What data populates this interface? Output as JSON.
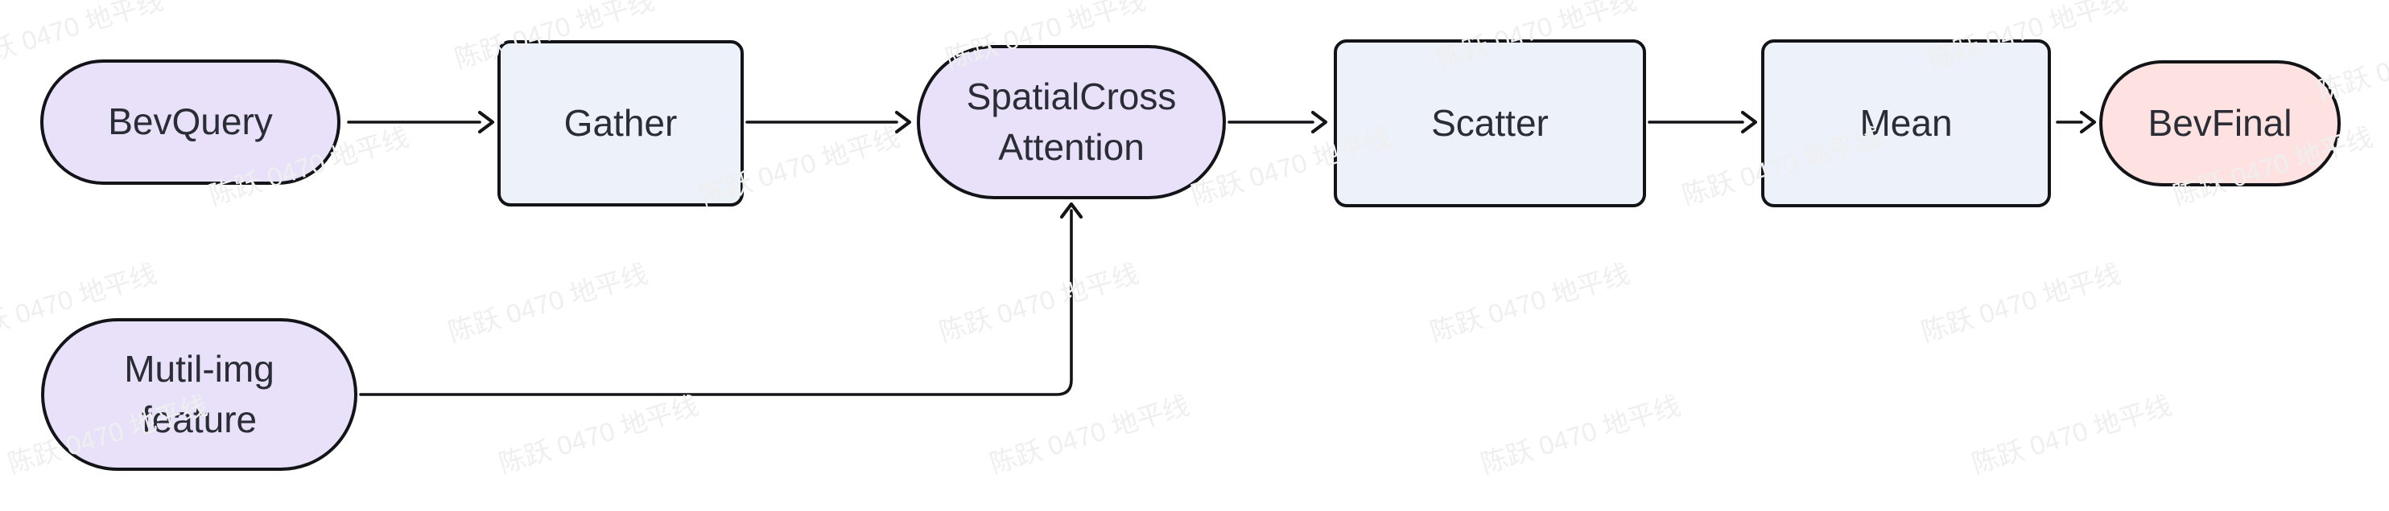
{
  "watermark": {
    "text": "陈跃 0470 地平线",
    "color": "#efefef"
  },
  "colors": {
    "node_fill_purple": "#e8e1f9",
    "node_fill_blue": "#edf1fa",
    "node_fill_pink": "#fde2e1",
    "stroke": "#131417",
    "text": "#2a2d35",
    "background": "#ffffff",
    "watermark": "#efefef"
  },
  "diagram": {
    "type": "flowchart",
    "direction": "left-to-right",
    "nodes": [
      {
        "id": "bevquery",
        "label": "BevQuery",
        "shape": "stadium",
        "fill": "#e8e1f9"
      },
      {
        "id": "gather",
        "label": "Gather",
        "shape": "rounded-rect",
        "fill": "#edf1fa"
      },
      {
        "id": "spatial_cross_attention",
        "label": "SpatialCross Attention",
        "shape": "stadium",
        "fill": "#e8e1f9"
      },
      {
        "id": "scatter",
        "label": "Scatter",
        "shape": "rounded-rect",
        "fill": "#edf1fa"
      },
      {
        "id": "mean",
        "label": "Mean",
        "shape": "rounded-rect",
        "fill": "#edf1fa"
      },
      {
        "id": "bevfinal",
        "label": "BevFinal",
        "shape": "stadium",
        "fill": "#fde2e1"
      },
      {
        "id": "mutil_img_feature",
        "label": "Mutil-img feature",
        "shape": "stadium",
        "fill": "#e8e1f9"
      }
    ],
    "edges": [
      {
        "from": "bevquery",
        "to": "gather"
      },
      {
        "from": "gather",
        "to": "spatial_cross_attention"
      },
      {
        "from": "spatial_cross_attention",
        "to": "scatter"
      },
      {
        "from": "scatter",
        "to": "mean"
      },
      {
        "from": "mean",
        "to": "bevfinal"
      },
      {
        "from": "mutil_img_feature",
        "to": "spatial_cross_attention"
      }
    ]
  }
}
